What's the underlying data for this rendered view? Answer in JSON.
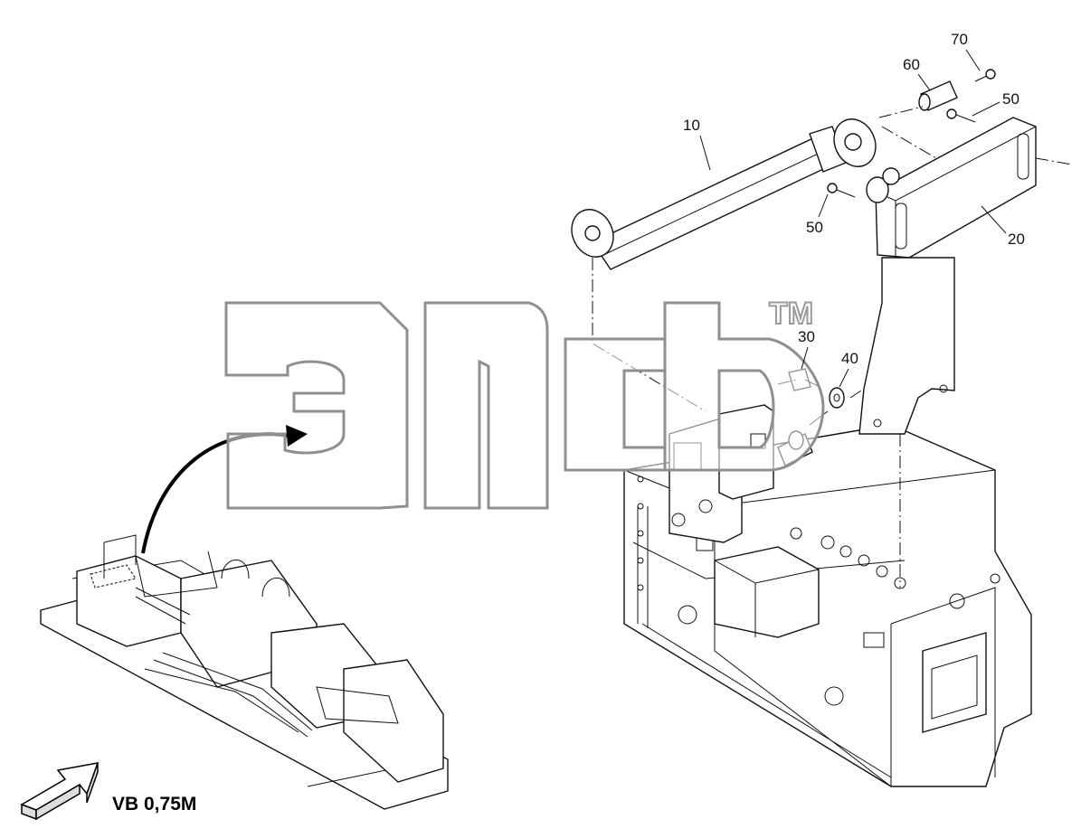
{
  "callouts": {
    "c10": "10",
    "c20": "20",
    "c30": "30",
    "c40": "40",
    "c50a": "50",
    "c50b": "50",
    "c60": "60",
    "c70": "70"
  },
  "caption": "VB 0,75M",
  "watermark": {
    "trademark": "TM",
    "logo": "эпсб"
  },
  "colors": {
    "line": "#111111",
    "watermark": "#8f8f8f",
    "background": "#ffffff"
  }
}
